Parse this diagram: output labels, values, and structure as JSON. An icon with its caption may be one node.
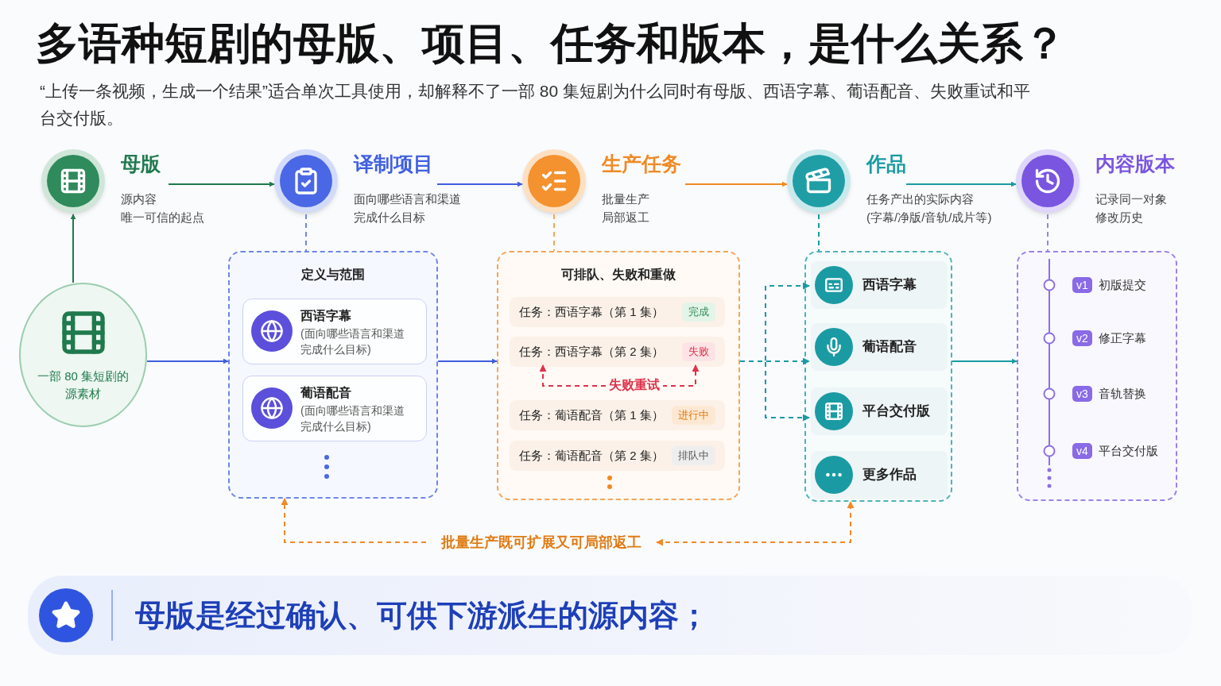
{
  "diagram": {
    "title": "多语种短剧的母版、项目、任务和版本，是什么关系？",
    "nodes": [
      {
        "text": [
          "母版"
        ],
        "beside": [
          "源内容",
          "唯一可信的起点"
        ]
      },
      {
        "text": [
          "译制项目"
        ],
        "beside": [
          "面向哪些语言和渠道",
          "完成什么目标"
        ]
      },
      {
        "text": [
          "生产任务"
        ],
        "beside": [
          "批量生产",
          "局部返工"
        ]
      },
      {
        "text": [
          "作品"
        ],
        "beside": [
          "任务产出的实际内容",
          "(字幕/净版/音轨/成片等)"
        ]
      },
      {
        "text": [
          "内容版本"
        ],
        "beside": [
          "记录同一对象",
          "修改历史"
        ]
      },
      {
        "text": [
          "一部 80 集短剧的源素材"
        ]
      },
      {
        "text": [
          "定义与范围"
        ]
      },
      {
        "text": [
          "西语字幕",
          "(面向哪些语言和渠道完成什么目标)"
        ],
        "in": 6
      },
      {
        "text": [
          "葡语配音",
          "(面向哪些语言和渠道完成什么目标)"
        ],
        "in": 6
      },
      {
        "text": [
          "可排队、失败和重做"
        ]
      },
      {
        "text": [
          "任务：西语字幕（第 1 集）",
          "完成"
        ],
        "in": 9
      },
      {
        "text": [
          "任务：西语字幕（第 2 集）",
          "失败"
        ],
        "in": 9
      },
      {
        "text": [
          "任务：葡语配音（第 1 集）",
          "进行中"
        ],
        "in": 9
      },
      {
        "text": [
          "任务：葡语配音（第 2 集）",
          "排队中"
        ],
        "in": 9
      },
      {
        "text": [],
        "shape": "box"
      },
      {
        "text": [
          "西语字幕"
        ],
        "in": 14
      },
      {
        "text": [
          "葡语配音"
        ],
        "in": 14
      },
      {
        "text": [
          "平台交付版"
        ],
        "in": 14
      },
      {
        "text": [
          "更多作品"
        ],
        "in": 14
      },
      {
        "text": [],
        "shape": "box"
      },
      {
        "text": [
          "v1",
          "初版提交"
        ],
        "in": 19
      },
      {
        "text": [
          "v2",
          "修正字幕"
        ],
        "in": 19
      },
      {
        "text": [
          "v3",
          "音轨替换"
        ],
        "in": 19
      },
      {
        "text": [
          "v4",
          "平台交付版"
        ],
        "in": 19
      },
      {
        "text": [
          "批量生产既可扩展又可局部返工"
        ]
      },
      {
        "text": [
          "母版是经过确认、可供下游派生的源内容；"
        ]
      }
    ],
    "edges": [
      {
        "from": 0,
        "to": 1,
        "arrow": "to",
        "color": "#1f7a4d"
      },
      {
        "from": 1,
        "to": 2,
        "arrow": "to",
        "color": "#3f5fe0"
      },
      {
        "from": 2,
        "to": 3,
        "arrow": "to",
        "color": "#f08a24"
      },
      {
        "from": 3,
        "to": 4,
        "arrow": "to",
        "color": "#1a9ba3"
      },
      {
        "from": 5,
        "to": 0,
        "arrow": "to",
        "color": "#1f7a4d"
      },
      {
        "from": 5,
        "to": 6,
        "arrow": "to",
        "color": "#3f5fe0"
      },
      {
        "from": 1,
        "to": 6,
        "arrow": "none",
        "style": "dashed",
        "color": "#6f86e8"
      },
      {
        "from": 6,
        "to": 9,
        "arrow": "to",
        "color": "#3f5fe0"
      },
      {
        "from": 2,
        "to": 9,
        "arrow": "none",
        "style": "dashed",
        "color": "#f3a55a"
      },
      {
        "from": 9,
        "to": 15,
        "arrow": "to",
        "style": "dashed",
        "color": "#1a9ba3"
      },
      {
        "from": 9,
        "to": 16,
        "arrow": "to",
        "style": "dashed",
        "color": "#1a9ba3"
      },
      {
        "from": 9,
        "to": 17,
        "arrow": "to",
        "style": "dashed",
        "color": "#1a9ba3"
      },
      {
        "from": 3,
        "to": 14,
        "arrow": "none",
        "style": "dashed",
        "color": "#1a9ba3"
      },
      {
        "from": 14,
        "to": 19,
        "arrow": "to",
        "color": "#1a9ba3"
      },
      {
        "from": 4,
        "to": 19,
        "arrow": "none",
        "style": "dashed",
        "color": "#9b82ea"
      },
      {
        "from": 11,
        "to": 11,
        "arrow": "both",
        "label": "失败重试",
        "style": "dashed",
        "color": "#e0314b"
      },
      {
        "from": 24,
        "to": 6,
        "arrow": "to",
        "style": "dashed",
        "color": "#f08a24"
      },
      {
        "from": 24,
        "to": 14,
        "arrow": "both",
        "style": "dashed",
        "color": "#f08a24"
      }
    ],
    "labels": [
      "“上传一条视频，生成一个结果”适合单次工具使用，却解释不了一部 80 集短剧为什么同时有母版、西语字幕、葡语配音、失败重试和平台交付版。"
    ]
  }
}
